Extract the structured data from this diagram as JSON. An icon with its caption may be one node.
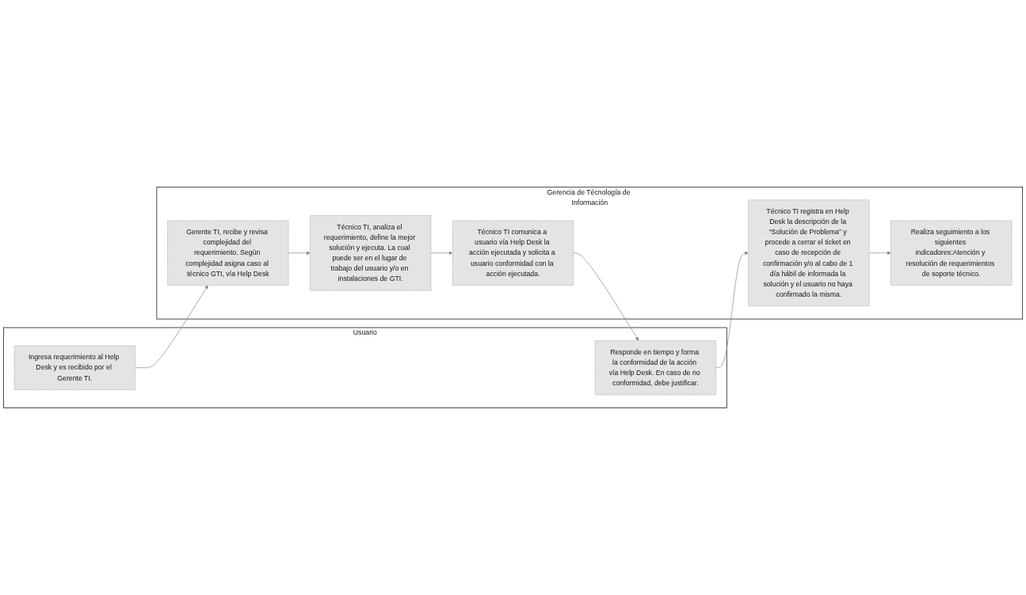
{
  "diagram": {
    "nodes": [
      {
        "text": [
          "Usuario"
        ]
      },
      {
        "text": [
          "Gerencia de Técnología de Información"
        ]
      },
      {
        "text": [
          "Ingresa requerimiento al Help Desk y es recibido por el Gerente TI."
        ],
        "in": 0
      },
      {
        "text": [
          "Gerente TI, recibe y revisa complejidad del requerimiento. Según complejidad asigna caso al técnico GTI, vía Help Desk"
        ],
        "in": 1
      },
      {
        "text": [
          "Técnico TI, analiza el requerimiento, define la mejor solución y ejecuta. La cual puede ser en el lugar de trabajo del usuario y/o en instalaciones de GTI."
        ],
        "in": 1
      },
      {
        "text": [
          "Técnico TI comunica a usuario vía Help Desk la acción ejecutada y solicita a usuario conformidad con la acción ejecutada."
        ],
        "in": 1
      },
      {
        "text": [
          "Responde en tiempo y forma la conformidad de la acción vía Help Desk. En caso de no conformidad, debe justificar."
        ],
        "in": 0
      },
      {
        "text": [
          "Técnico TI registra en Help Desk la descripción de la “Solución de Problema” y procede a cerrar el ticket en caso de recepción de confirmación y/o al cabo de 1 día hábil de informada la solución y el usuario no haya confirmado la misma."
        ],
        "in": 1
      },
      {
        "text": [
          "Realiza seguimiento a los siguientes indicadores:Atención y resolución de requerimientos de soporte técnico."
        ],
        "in": 1
      }
    ],
    "edges": [
      {
        "from": 2,
        "to": 3,
        "arrow": "to"
      },
      {
        "from": 3,
        "to": 4,
        "arrow": "to"
      },
      {
        "from": 4,
        "to": 5,
        "arrow": "to"
      },
      {
        "from": 5,
        "to": 6,
        "arrow": "to"
      },
      {
        "from": 6,
        "to": 7,
        "arrow": "to"
      },
      {
        "from": 7,
        "to": 8,
        "arrow": "to"
      }
    ]
  }
}
